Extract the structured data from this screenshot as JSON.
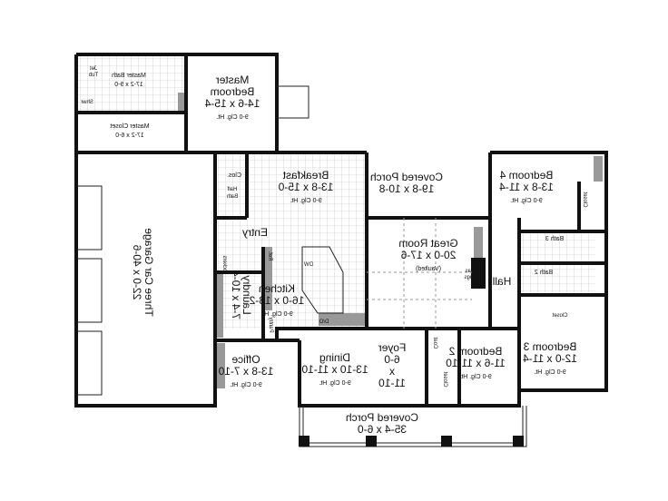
{
  "plan": {
    "rooms": [
      {
        "id": "master-bath",
        "lines": [
          "Master Bath",
          "17-2 x 9-0"
        ]
      },
      {
        "id": "jet-tub",
        "lines": [
          "Jet",
          "Tub"
        ]
      },
      {
        "id": "shower",
        "lines": [
          "Shwr"
        ]
      },
      {
        "id": "master-closet",
        "lines": [
          "Master Closet",
          "17-2 x 6-0"
        ]
      },
      {
        "id": "master-bedroom",
        "lines": [
          "Master",
          "Bedroom",
          "14-6 x 15-4",
          "9-0 Clg. Ht."
        ]
      },
      {
        "id": "clos",
        "lines": [
          "Clos."
        ]
      },
      {
        "id": "half-bath",
        "lines": [
          "Half",
          "Bath"
        ]
      },
      {
        "id": "breakfast",
        "lines": [
          "Breakfast",
          "13-8 x 15-0",
          "9-0 Clg. Ht."
        ]
      },
      {
        "id": "covered-porch-rear",
        "lines": [
          "Covered Porch",
          "19-8 x 10-8"
        ]
      },
      {
        "id": "great-room",
        "lines": [
          "Great Room",
          "20-0 x 17-6",
          "(Vaulted)"
        ]
      },
      {
        "id": "gas-logs",
        "lines": [
          "Gas",
          "Logs"
        ]
      },
      {
        "id": "hall",
        "lines": [
          "Hall"
        ]
      },
      {
        "id": "bedroom-4",
        "lines": [
          "Bedroom 4",
          "13-8 x 11-4",
          "9-0 Clg. Ht."
        ]
      },
      {
        "id": "closet-bed4",
        "lines": [
          "Closet"
        ]
      },
      {
        "id": "bath-3",
        "lines": [
          "Bath 3"
        ]
      },
      {
        "id": "bath-2",
        "lines": [
          "Bath 2"
        ]
      },
      {
        "id": "closet-bed3",
        "lines": [
          "Closet"
        ]
      },
      {
        "id": "bedroom-3",
        "lines": [
          "Bedroom 3",
          "12-0 x 11-4",
          "9-0 Clg. Ht."
        ]
      },
      {
        "id": "entry",
        "lines": [
          "Entry"
        ]
      },
      {
        "id": "kitchen",
        "lines": [
          "Kitchen",
          "16-0 x 13-2",
          "9-0 Clg. Ht."
        ]
      },
      {
        "id": "office",
        "lines": [
          "Office",
          "13-8 x 7-10",
          "9-0 Clg. Ht."
        ]
      },
      {
        "id": "dining",
        "lines": [
          "Dining",
          "13-10 x 11-10",
          "9-0 Clg. Ht."
        ]
      },
      {
        "id": "foyer",
        "lines": [
          "Foyer",
          "6-0",
          "x",
          "11-10"
        ]
      },
      {
        "id": "bedroom-2",
        "lines": [
          "Bedroom 2",
          "11-6 x 11-10",
          "9-0 Clg. Ht."
        ]
      },
      {
        "id": "coat",
        "lines": [
          "Coat"
        ]
      },
      {
        "id": "closet-bed2",
        "lines": [
          "Closet"
        ]
      },
      {
        "id": "covered-porch-front",
        "lines": [
          "Covered Porch",
          "35-4 x 6-0"
        ]
      },
      {
        "id": "garage",
        "lines": [
          "Three Car Garage",
          "22-0 x 40-6"
        ]
      },
      {
        "id": "laundry",
        "lines": [
          "Laundry",
          "7-4 x 10-4"
        ]
      },
      {
        "id": "lockers",
        "lines": [
          "Lockers"
        ]
      },
      {
        "id": "pantry",
        "lines": [
          "Pantry"
        ]
      },
      {
        "id": "ref",
        "lines": [
          "Ref."
        ]
      },
      {
        "id": "dw",
        "lines": [
          "DW"
        ]
      },
      {
        "id": "dw2",
        "lines": [
          "D/O"
        ]
      }
    ]
  }
}
